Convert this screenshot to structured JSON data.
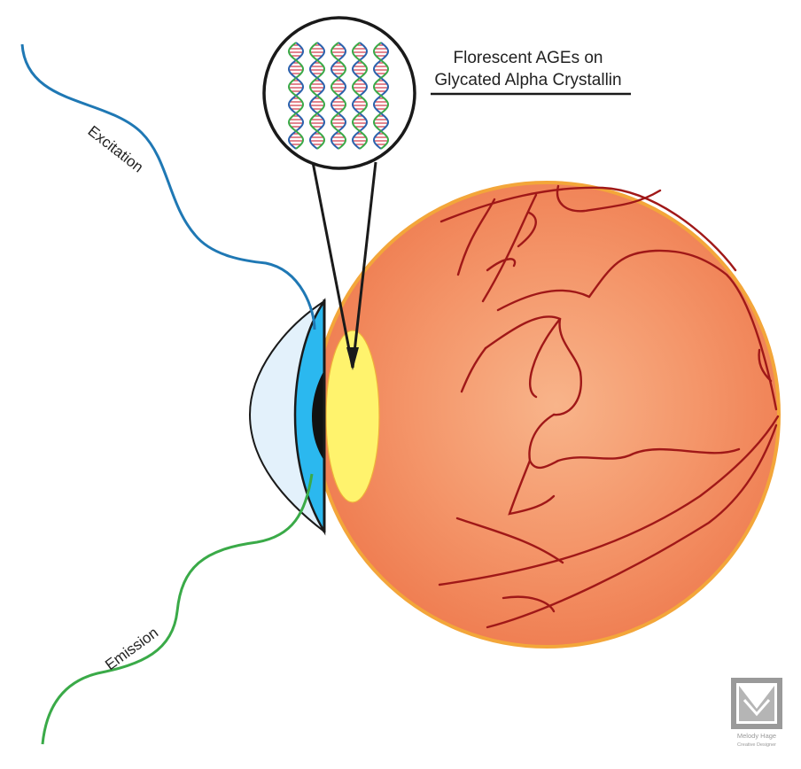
{
  "callout": {
    "title_line1": "Florescent AGEs on",
    "title_line2": "Glycated Alpha Crystallin"
  },
  "labels": {
    "excitation": "Excitation",
    "emission": "Emission"
  },
  "credit": {
    "name": "Melody Hage",
    "role": "Creative Designer"
  },
  "colors": {
    "excitation_wave": "#1f78b4",
    "emission_wave": "#3aaa48",
    "eyeball": "#f08a5d",
    "eyeball_rim": "#f3a63a",
    "veins": "#a01818",
    "lens": "#fff36d",
    "cornea": "#2bb8ef",
    "cornea_outer": "#e3f1fb",
    "dna_strand_a": "#2b62ad",
    "dna_strand_b": "#3aaa48",
    "dna_rungs": "#d23c4c",
    "logo": "#9a9a9a"
  }
}
